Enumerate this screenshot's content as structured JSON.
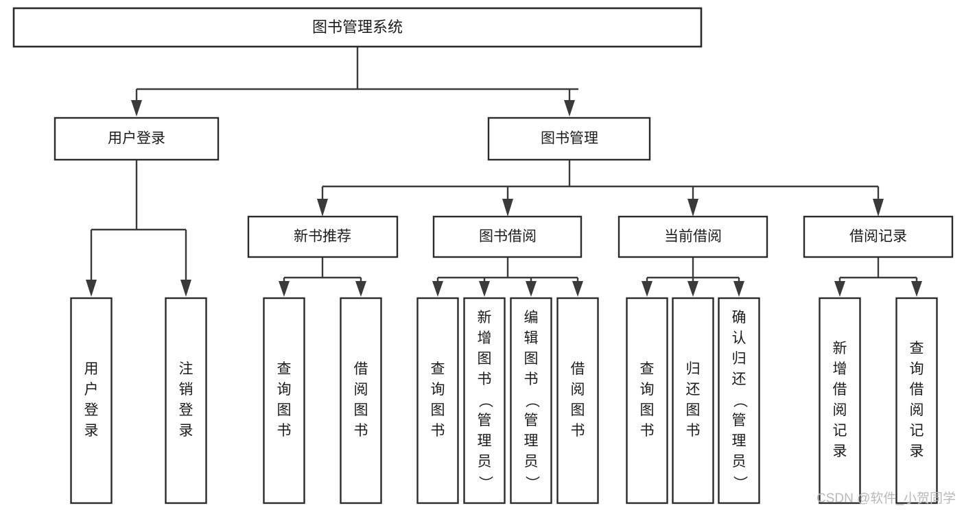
{
  "diagram": {
    "type": "hierarchy-tree",
    "title": "图书管理系统",
    "watermark": "CSDN @软件_小贺同学",
    "colors": {
      "box_stroke": "#2b2b2b",
      "connector": "#3a3a3a",
      "box_fill": "#ffffff",
      "text": "#1b1b1b",
      "watermark": "#b8b8b8",
      "background": "#ffffff"
    },
    "levels": {
      "root": {
        "label": "图书管理系统"
      },
      "level1": [
        {
          "label": "用户登录"
        },
        {
          "label": "图书管理"
        }
      ],
      "level2": [
        {
          "label": "新书推荐"
        },
        {
          "label": "图书借阅"
        },
        {
          "label": "当前借阅"
        },
        {
          "label": "借阅记录"
        }
      ],
      "leaves": {
        "user_login": [
          {
            "label": "用户登录"
          },
          {
            "label": "注销登录"
          }
        ],
        "new_book_recommend": [
          {
            "label": "查询图书"
          },
          {
            "label": "借阅图书"
          }
        ],
        "book_borrow": [
          {
            "label": "查询图书"
          },
          {
            "label": "新增图书（管理员）"
          },
          {
            "label": "编辑图书（管理员）"
          },
          {
            "label": "借阅图书"
          }
        ],
        "current_borrow": [
          {
            "label": "查询图书"
          },
          {
            "label": "归还图书"
          },
          {
            "label": "确认归还（管理员）"
          }
        ],
        "borrow_record": [
          {
            "label": "新增借阅记录"
          },
          {
            "label": "查询借阅记录"
          }
        ]
      }
    }
  }
}
